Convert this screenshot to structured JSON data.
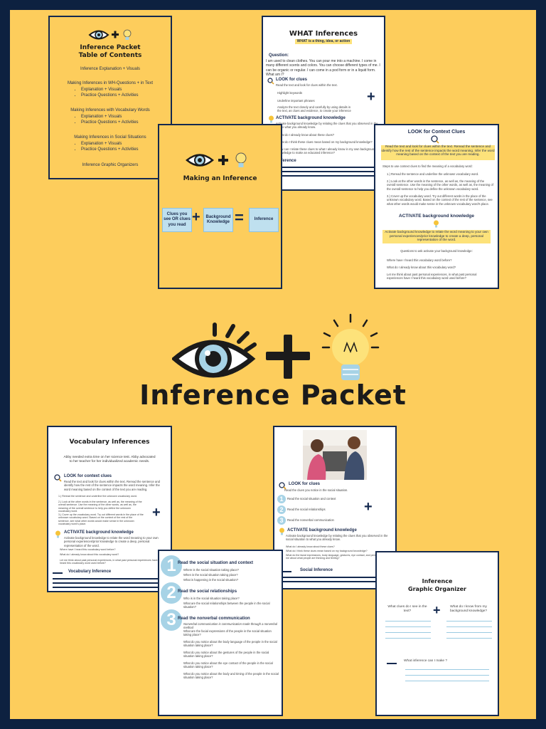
{
  "main": {
    "title": "Inference Packet"
  },
  "toc": {
    "title_line1": "Inference Packet",
    "title_line2": "Table of Contents",
    "items": [
      "Inference Explanation + Visuals",
      "Making Inferences in WH-Questions + in Text",
      "Explanation + Visuals",
      "Practice Questions + Activities",
      "Making Inferences with Vocabulary Words",
      "Explanation + Visuals",
      "Practice Questions + Activities",
      "Making Inferences in Social Situations",
      "Explanation + Visuals",
      "Practice Questions + Activities",
      "Inference Graphic Organizers"
    ]
  },
  "what": {
    "title": "WHAT Inferences",
    "subtitle": "WHAT is a thing, idea, or action",
    "question_label": "Question:",
    "question": "I am used to clean clothes. You can pour me into a machine. I come in many different scents and colors. You can choose different types of me. I can be organic or regular. I can come in a pod form or in a liquid form. What am I?",
    "look": "LOOK for clues",
    "look_text": "Read the text and look for clues within the text.",
    "steps": [
      "Highlight keywords",
      "Underline important phrases",
      "Analyze the text closely and carefully by using details in the text, as clues and evidence, to create your inference"
    ],
    "activate": "ACTIVATE background knowledge",
    "activate_text": "Activate background knowledge by relating the clues that you observed in the text to what you already know.",
    "q1": "What do I already know about these clues?",
    "q2": "What do I think these clues mean based on my background knowledge?",
    "q3": "How can I relate these clues to what I already know in my own background knowledge to make an educated inference?",
    "footer": "Inference"
  },
  "making": {
    "title": "Making an Inference",
    "box1": "Clues you see OR clues you read",
    "box2": "Background Knowledge",
    "box3": "Inference"
  },
  "context": {
    "title": "LOOK for Context Clues",
    "intro": "Read the text and look for clues within the text. Reread the sentence and identify how the rest of the sentence impacts the word meaning. Infer the word meaning based on the context of the text you are reading.",
    "steps_title": "Steps to use context clues to find the meaning of a vocabulary word:",
    "s1": "1.) Reread the sentence and underline the unknown vocabulary word.",
    "s2": "2.) Look at the other words in the sentence, as well as, the meaning of the overall sentence. Use the meaning of the other words, as well as, the meaning of the overall sentence to help you define the unknown vocabulary word.",
    "s3": "3.) Cover up the vocabulary word. Try out different words in the place of the unknown vocabulary word. Based on the context of the rest of the sentence, see what other words would make sense in the unknown vocabulary word's place.",
    "activate": "ACTIVATE background knowledge",
    "activate_text": "Activate background knowledge to relate the word meaning to your own personal experiences/prior knowledge to create a deep, personal representation of the word.",
    "questions_title": "Questions to ask activate your background knowledge:",
    "q1": "Where have I heard this vocabulary word before?",
    "q2": "What do I already know about this vocabulary word?",
    "q3": "Let me think about past personal experiences, in what past personal experiences have I heard this vocabulary word used before?"
  },
  "vocab": {
    "title": "Vocabulary Inferences",
    "passage": "Abby needed extra time on her science test. Abby advocated to her teacher for her individualized academic needs.",
    "look": "LOOK for context clues",
    "look_text": "Read the text and look for clues within the text. Reread the sentence and identify how the rest of the sentence impacts the word meaning. Infer the word meaning based on the context of the text you are reading.",
    "s1": "1.) Reread the sentence and underline the unknown vocabulary word.",
    "s2": "2.) Look at the other words in the sentence, as well as, the meaning of the overall sentence. Use the meaning of the other words, as well as, the meaning of the overall sentence to help you define the unknown vocabulary word.",
    "s3": "3.) Cover up the vocabulary word. Try out different words in the place of the unknown vocabulary word. Based on the context of the rest of the sentence, see what other words would make sense in the unknown vocabulary word's place.",
    "activate": "ACTIVATE background knowledge",
    "activate_text": "Activate background knowledge to relate the word meaning to your own personal experiences/prior knowledge to create a deep, personal representation of the word.",
    "q1": "Where have I heard this vocabulary word before?",
    "q2": "What do I already know about this vocabulary word?",
    "q3": "Let me think about past personal experiences, in what past personal experiences have I heard this vocabulary word used before?",
    "footer": "Vocabulary Inference"
  },
  "social": {
    "look": "LOOK for clues",
    "look_text": "Read the clues you notice in the social situation.",
    "c1": "Read the social situation and context",
    "c2": "Read the social relationships",
    "c3": "Read the nonverbal communication",
    "activate": "ACTIVATE background knowledge",
    "activate_text": "Activate background knowledge by relating the clues that you observed in the social situation to what you already know.",
    "q1": "What do I already know about these clues?",
    "q2": "What do I think these clues mean based on my background knowledge?",
    "q3": "What do the facial expressions, body language, gestures, eye contact, and personal space tell me about what people are thinking and feeling?",
    "footer": "Social Inference"
  },
  "steps": {
    "h1": "Read the social situation and context",
    "l1": [
      "Where is the social situation taking place?",
      "When is the social situation taking place?",
      "What is happening in the social situation?"
    ],
    "h2": "Read the social relationships",
    "l2": [
      "Who is in the social situation taking place?",
      "What are the social relationships between the people in the social situation?"
    ],
    "h3": "Read the nonverbal communication",
    "sub3": "Nonverbal communication is communication made through a nonverbal method",
    "l3": [
      "What are the facial expressions of the people in the social situation taking place?",
      "What do you notice about the body language of the people in the social situation taking place?",
      "What do you notice about the gestures of the people in the social situation taking place?",
      "What do you notice about the eye contact of the people in the social situation taking place?",
      "What do you notice about the body and timing of the people in the social situation taking place?"
    ]
  },
  "organizer": {
    "title_line1": "Inference",
    "title_line2": "Graphic Organizer",
    "col1": "What clues do I see in the text?",
    "col2": "What do I know from my background knowledge?",
    "result": "What inference can I make ?"
  },
  "colors": {
    "background": "#fdcd5c",
    "frame": "#0d2140",
    "accent_blue": "#a7d3e6",
    "navy": "#14294f"
  }
}
